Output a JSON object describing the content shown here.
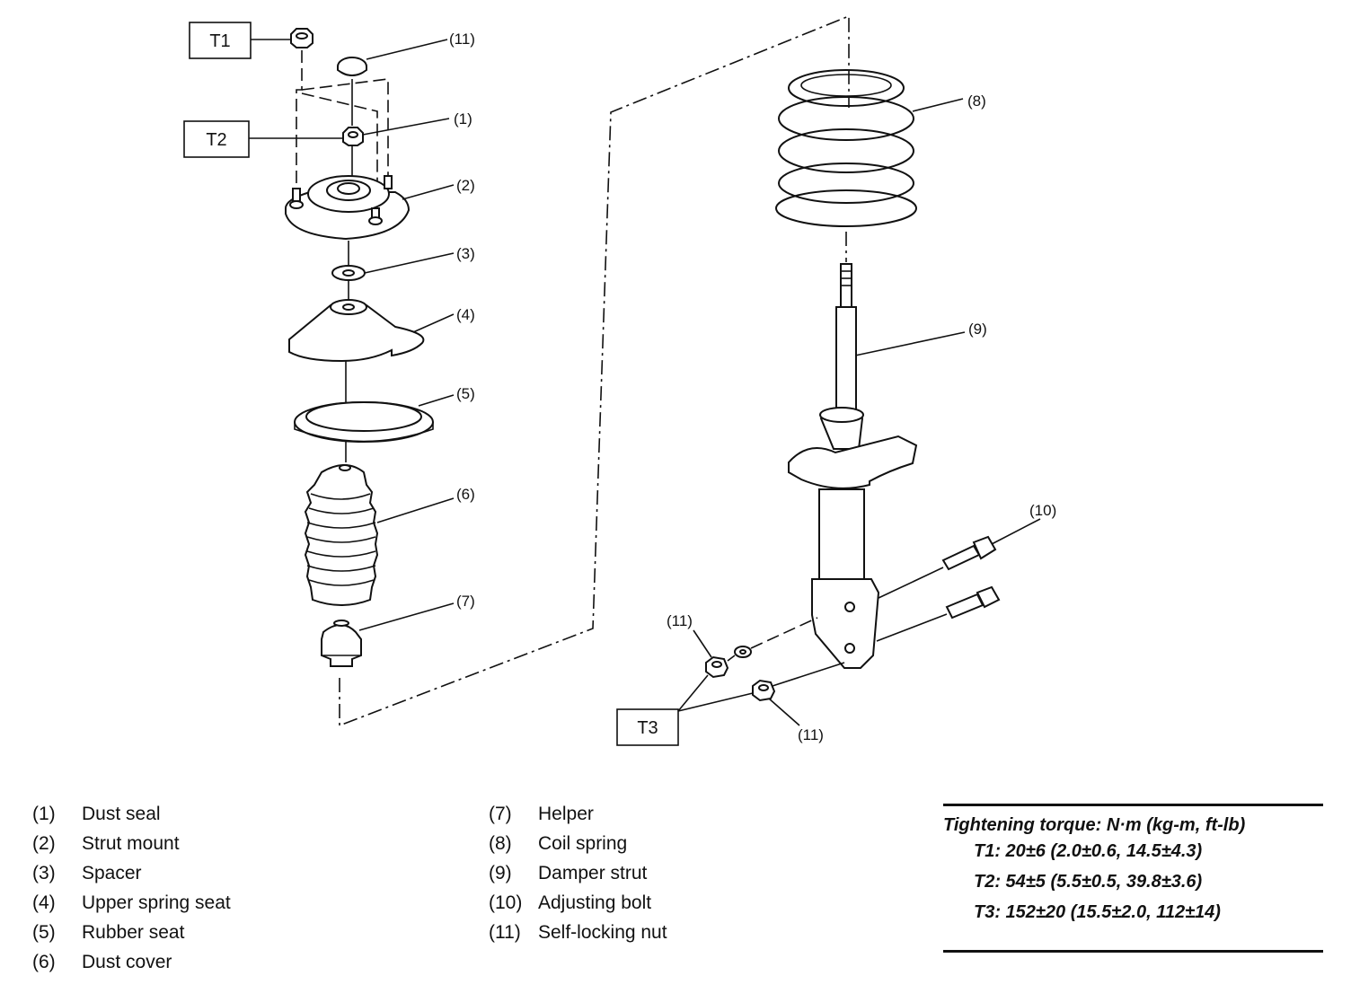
{
  "callouts": {
    "c1": "(1)",
    "c2": "(2)",
    "c3": "(3)",
    "c4": "(4)",
    "c5": "(5)",
    "c6": "(6)",
    "c7": "(7)",
    "c8": "(8)",
    "c9": "(9)",
    "c10": "(10)",
    "c11a": "(11)",
    "c11b": "(11)",
    "c11c": "(11)",
    "t1": "T1",
    "t2": "T2",
    "t3": "T3"
  },
  "legend": {
    "left": [
      {
        "num": "(1)",
        "label": "Dust seal"
      },
      {
        "num": "(2)",
        "label": "Strut mount"
      },
      {
        "num": "(3)",
        "label": "Spacer"
      },
      {
        "num": "(4)",
        "label": "Upper spring seat"
      },
      {
        "num": "(5)",
        "label": "Rubber seat"
      },
      {
        "num": "(6)",
        "label": "Dust cover"
      }
    ],
    "right": [
      {
        "num": "(7)",
        "label": "Helper"
      },
      {
        "num": "(8)",
        "label": "Coil spring"
      },
      {
        "num": "(9)",
        "label": "Damper strut"
      },
      {
        "num": "(10)",
        "label": "Adjusting bolt"
      },
      {
        "num": "(11)",
        "label": "Self-locking nut"
      }
    ]
  },
  "torque": {
    "title": "Tightening torque: N·m (kg-m, ft-lb)",
    "t1": "T1: 20±6 (2.0±0.6, 14.5±4.3)",
    "t2": "T2: 54±5 (5.5±0.5, 39.8±3.6)",
    "t3": "T3: 152±20 (15.5±2.0, 112±14)"
  }
}
